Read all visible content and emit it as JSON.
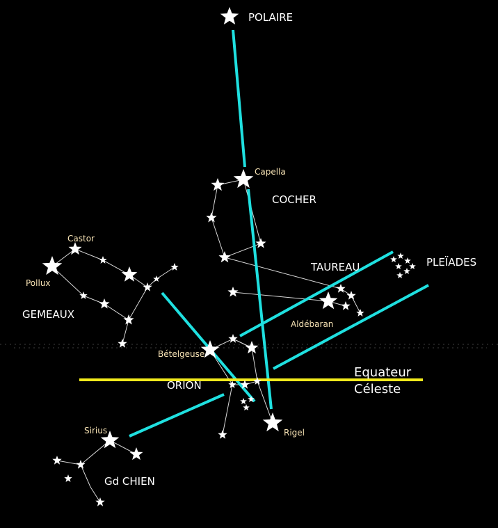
{
  "colors": {
    "background": "#000000",
    "guide": "#1fe0e0",
    "equator": "#f2ea1c",
    "star": "#ffffff",
    "constellation_line": "#d8d8d8",
    "constellation_label": "#ffffff",
    "star_label": "#f6e2b4"
  },
  "constellations": {
    "cocher": "COCHER",
    "taureau": "TAUREAU",
    "pleiades": "PLEÏADES",
    "gemeaux": "GEMEAUX",
    "orion": "ORION",
    "gd_chien": "Gd CHIEN"
  },
  "stars": {
    "polaire": "POLAIRE",
    "capella": "Capella",
    "castor": "Castor",
    "pollux": "Pollux",
    "aldebaran": "Aldébaran",
    "betelgeuse": "Bételgeuse",
    "rigel": "Rigel",
    "sirius": "Sirius"
  },
  "equator": {
    "line1": "Equateur",
    "line2": "Céleste"
  }
}
